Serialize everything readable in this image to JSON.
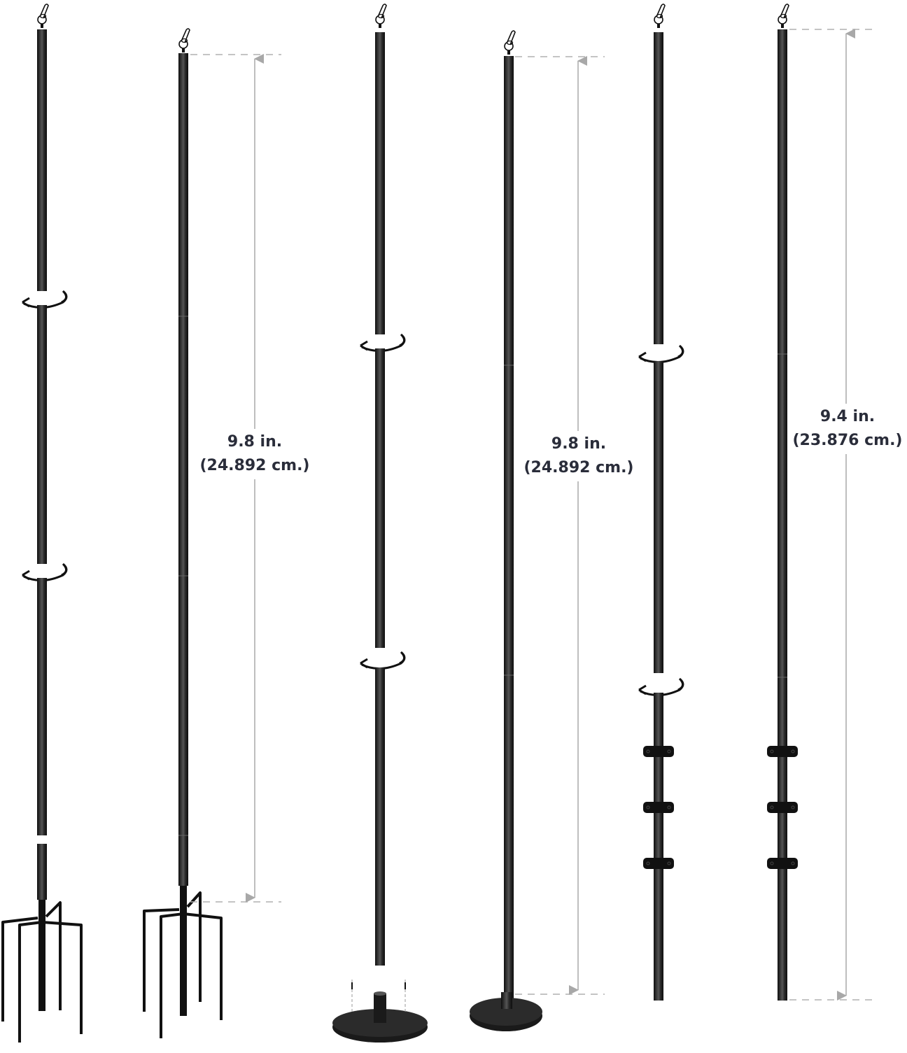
{
  "image": {
    "type": "product-dimension-illustration",
    "description": "Six black string-light poles shown in three configurations (fork base, flange plate base, clamp mount), each pair showing disassembled and assembled states",
    "colors": {
      "background": "#ffffff",
      "pole": "#1c1c1c",
      "pole_highlight": "#4a4a4a",
      "dimension_line": "#a8a8a8",
      "label_text": "#2a2d3a"
    }
  },
  "poles": [
    {
      "id": "fork-disassembled",
      "base": "5-prong fork stake",
      "state": "disassembled",
      "twist_joints": 2
    },
    {
      "id": "fork-assembled",
      "base": "5-prong fork stake",
      "state": "assembled",
      "dimension": {
        "imperial": "9.8 in.",
        "metric": "(24.892 cm.)"
      }
    },
    {
      "id": "flange-disassembled",
      "base": "round flange plate with screws",
      "state": "disassembled",
      "twist_joints": 2
    },
    {
      "id": "flange-assembled",
      "base": "round flange plate",
      "state": "assembled",
      "dimension": {
        "imperial": "9.8 in.",
        "metric": "(24.892 cm.)"
      }
    },
    {
      "id": "clamp-disassembled",
      "base": "3 pipe clamps",
      "state": "disassembled",
      "twist_joints": 2
    },
    {
      "id": "clamp-assembled",
      "base": "3 pipe clamps",
      "state": "assembled",
      "dimension": {
        "imperial": "9.4 in.",
        "metric": "(23.876 cm.)"
      }
    }
  ],
  "labels": {
    "fork": {
      "line1": "9.8 in.",
      "line2": "(24.892 cm.)"
    },
    "flange": {
      "line1": "9.8 in.",
      "line2": "(24.892 cm.)"
    },
    "clamp": {
      "line1": "9.4 in.",
      "line2": "(23.876 cm.)"
    }
  }
}
